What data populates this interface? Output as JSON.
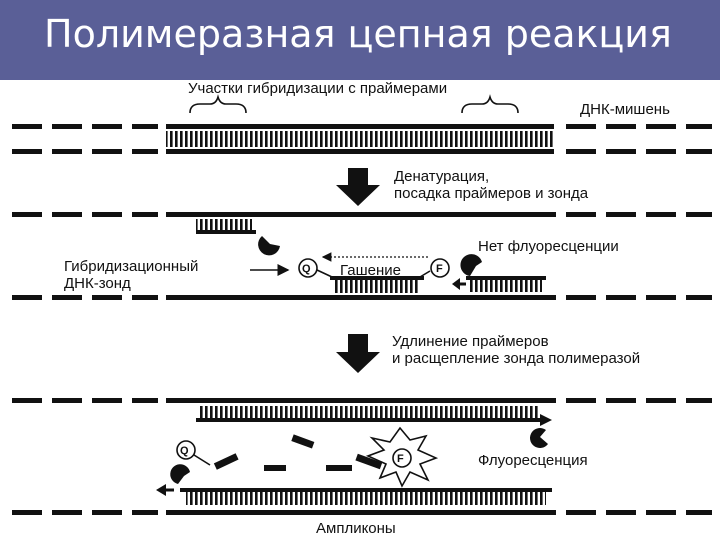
{
  "slide": {
    "title": "Полимеразная цепная реакция",
    "header_color": "#5a5f97"
  },
  "diagram": {
    "labels": {
      "hybridization_sites": "Участки гибридизации с праймерами",
      "target_dna": "ДНК-мишень",
      "step1_line1": "Денатурация,",
      "step1_line2": "посадка праймеров и зонда",
      "no_fluorescence": "Нет флуоресценции",
      "probe_line1": "Гибридизационный",
      "probe_line2": "ДНК-зонд",
      "quenching": "Гашение",
      "step2_line1": "Удлинение праймеров",
      "step2_line2": "и расщепление зонда полимеразой",
      "fluorescence": "Флуоресценция",
      "amplicons": "Ампликоны"
    },
    "markers": {
      "quencher": "Q",
      "fluorophore": "F"
    }
  }
}
